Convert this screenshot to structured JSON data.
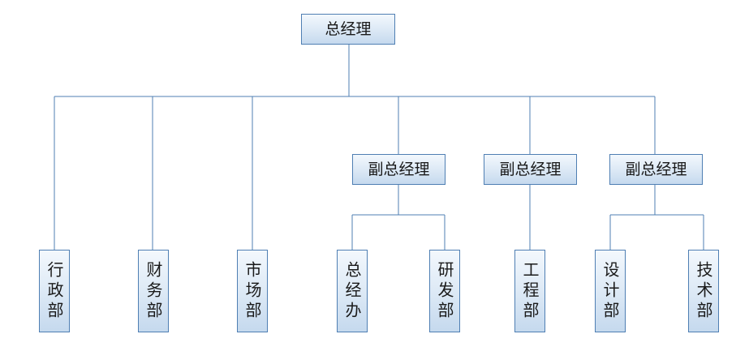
{
  "diagram": {
    "root": {
      "label": "总经理"
    },
    "deputies": [
      {
        "label": "副总经理"
      },
      {
        "label": "副总经理"
      },
      {
        "label": "副总经理"
      }
    ],
    "departments": [
      {
        "label": "行政部"
      },
      {
        "label": "财务部"
      },
      {
        "label": "市场部"
      },
      {
        "label": "总经办"
      },
      {
        "label": "研发部"
      },
      {
        "label": "工程部"
      },
      {
        "label": "设计部"
      },
      {
        "label": "技术部"
      }
    ]
  }
}
